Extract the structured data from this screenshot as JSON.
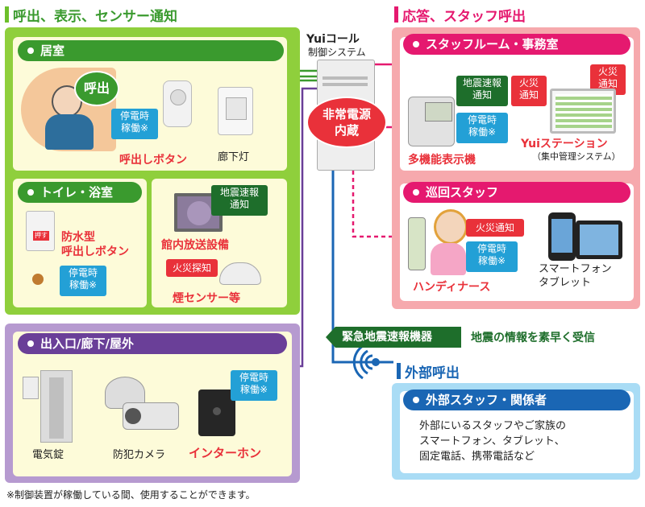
{
  "sections": {
    "left_title": "呼出、表示、センサー通知",
    "right_title": "応答、スタッフ呼出",
    "external_title": "外部呼出"
  },
  "system": {
    "logo": "Yuiコール",
    "label": "制御システム",
    "emergency_power": "非常電源\n内蔵"
  },
  "room": {
    "title": "居室",
    "call_bubble": "呼出",
    "blackout_tag": "停電時\n稼働※",
    "call_button_label": "呼出しボタン",
    "hall_light_label": "廊下灯"
  },
  "toilet": {
    "title": "トイレ・浴室",
    "waterproof_label": "防水型\n呼出しボタン",
    "blackout_tag": "停電時\n稼働※",
    "push_text": "押す"
  },
  "broadcast": {
    "quake_tag": "地震速報\n通知",
    "label": "館内放送設備",
    "fire_tag": "火災探知",
    "smoke_label": "煙センサー等"
  },
  "entrance": {
    "title": "出入口/廊下/屋外",
    "lock_label": "電気錠",
    "camera_label": "防犯カメラ",
    "intercom_label": "インターホン",
    "blackout_tag": "停電時\n稼働※"
  },
  "staff_room": {
    "title": "スタッフルーム・事務室",
    "quake_tag": "地震速報\n通知",
    "fire_tag1": "火災\n通知",
    "fire_tag2": "火災\n通知",
    "blackout_tag": "停電時\n稼働※",
    "phone_label": "多機能表示機",
    "station_label": "Yuiステーション",
    "station_sub": "（集中管理システム）"
  },
  "patrol": {
    "title": "巡回スタッフ",
    "fire_tag": "火災通知",
    "blackout_tag": "停電時\n稼働※",
    "handy_label": "ハンディナース",
    "smart_label": "スマートフォン\nタブレット"
  },
  "quake_device": {
    "label": "緊急地震速報機器",
    "desc": "地震の情報を素早く受信"
  },
  "external": {
    "title": "外部スタッフ・関係者",
    "body": "外部にいるスタッフやご家族の\nスマートフォン、タブレット、\n固定電話、携帯電話など"
  },
  "footnote": "※制御装置が稼働している間、使用することができます。",
  "colors": {
    "green_panel": "#8fcf3c",
    "green_inner": "#fdfbd9",
    "red_panel": "#f6a9ad",
    "pink_pill": "#e5196f",
    "purple_panel": "#b69ad0",
    "purple_pill": "#6a3f98",
    "blue_panel": "#a9dcf5",
    "blue_pill": "#1a66b4",
    "line_green": "#3a9a2e",
    "line_pink": "#e5196f",
    "line_purple": "#6a3f98",
    "line_blue": "#1a66b4"
  }
}
